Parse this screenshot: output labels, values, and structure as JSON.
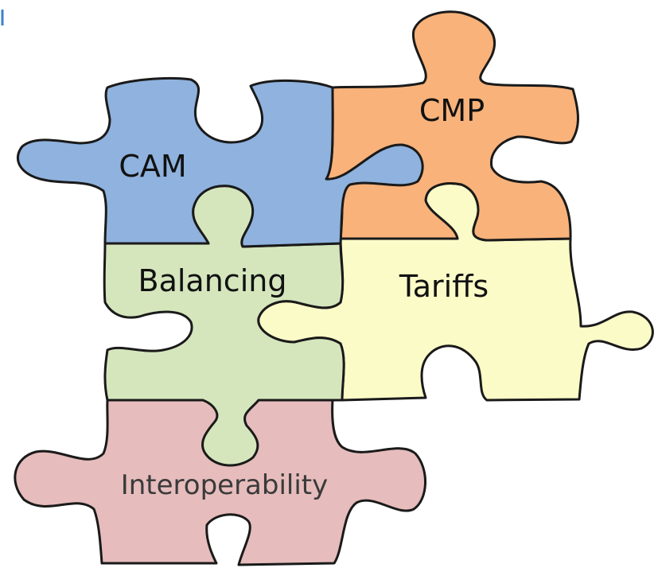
{
  "pieces": {
    "cam": {
      "label": "CAM",
      "color": "#8fb2de"
    },
    "cmp": {
      "label": "CMP",
      "color": "#f8b27a"
    },
    "balancing": {
      "label": "Balancing",
      "color": "#d5e6bd"
    },
    "tariffs": {
      "label": "Tariffs",
      "color": "#fbfbc8"
    },
    "interoperability": {
      "label": "Interoperability",
      "color": "#e6bcbc"
    }
  },
  "colors": {
    "outline": "#1a1a1a",
    "background": "#ffffff"
  }
}
